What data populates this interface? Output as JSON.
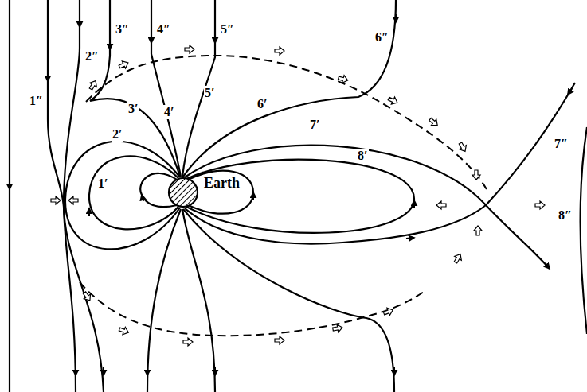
{
  "diagram": {
    "nodes": [
      {
        "text": [
          "Earth"
        ]
      }
    ],
    "labels": [
      "1″",
      "2″",
      "3″",
      "4″",
      "5″",
      "6″",
      "7″",
      "8″",
      "1′",
      "2′",
      "3′",
      "4′",
      "5′",
      "6′",
      "7′",
      "8′"
    ]
  }
}
